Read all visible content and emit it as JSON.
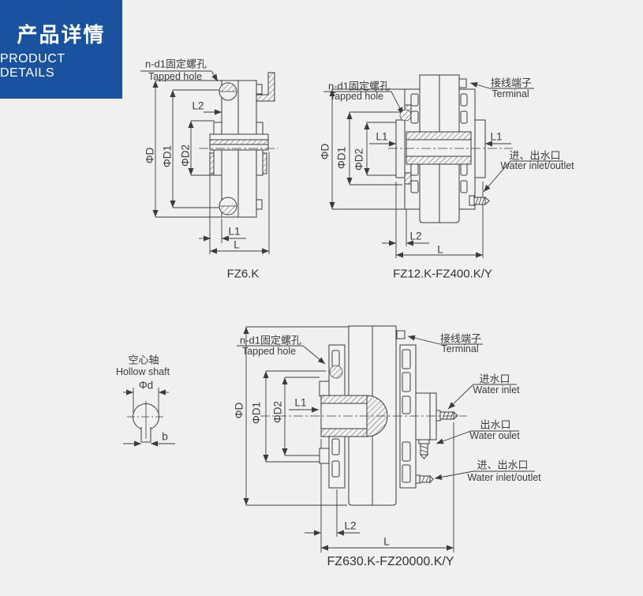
{
  "page": {
    "bg": "#f0f0ee",
    "line_color": "#3b3b3b",
    "accent": "#1953a0"
  },
  "banner": {
    "title_zh": "产品详情",
    "title_en": "PRODUCT DETAILS"
  },
  "drawing_fz6k": {
    "caption": "FZ6.K",
    "tapped_hole_zh": "n-d1固定螺孔",
    "tapped_hole_en": "Tapped hole",
    "dim_l2": "L2",
    "dim_l1": "L1",
    "dim_l": "L",
    "dim_phi_d": "ΦD",
    "dim_phi_d1": "ΦD1",
    "dim_phi_d2": "ΦD2"
  },
  "drawing_fz12k": {
    "caption": "FZ12.K-FZ400.K/Y",
    "tapped_hole_zh": "n-d1固定螺孔",
    "tapped_hole_en": "Tapped hole",
    "terminal_zh": "接线端子",
    "terminal_en": "Terminal",
    "water_io_zh": "进、出水口",
    "water_io_en": "Water inlet/outlet",
    "dim_l1_left": "L1",
    "dim_l1_right": "L1",
    "dim_l2": "L2",
    "dim_l": "L",
    "dim_phi_d": "ΦD",
    "dim_phi_d1": "ΦD1",
    "dim_phi_d2": "ΦD2"
  },
  "drawing_fz630k": {
    "caption": "FZ630.K-FZ20000.K/Y",
    "tapped_hole_zh": "n-d1固定螺孔",
    "tapped_hole_en": "Tapped hole",
    "terminal_zh": "接线端子",
    "terminal_en": "Terminal",
    "water_inlet_zh": "进水口",
    "water_inlet_en": "Water inlet",
    "water_outlet_zh": "出水口",
    "water_outlet_en": "Water oulet",
    "water_io_zh": "进、出水口",
    "water_io_en": "Water inlet/outlet",
    "dim_l1": "L1",
    "dim_l2": "L2",
    "dim_l": "L",
    "dim_phi_d": "ΦD",
    "dim_phi_d1": "ΦD1",
    "dim_phi_d2": "ΦD2"
  },
  "hollow_shaft": {
    "label_zh": "空心轴",
    "label_en": "Hollow shaft",
    "dim_phi_d": "Φd",
    "dim_b": "b"
  }
}
